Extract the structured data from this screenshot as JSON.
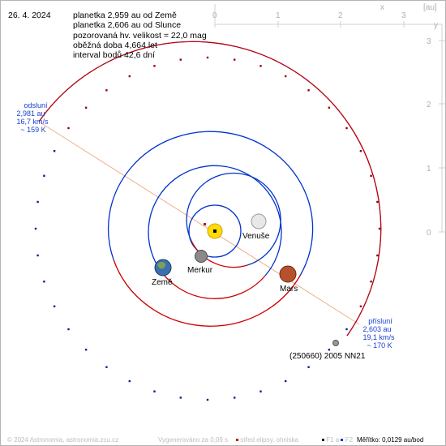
{
  "header": {
    "date": "26. 4. 2024",
    "info_lines": [
      "planetka 2,959 au od Země",
      "planetka 2,606 au od Slunce",
      "pozorovaná hv. velikost = 22,0 mag",
      "oběžná doba 4,664 let",
      "interval bodů 42,6 dní"
    ]
  },
  "axes": {
    "x_ticks": [
      "0",
      "1",
      "2",
      "3"
    ],
    "y_ticks": [
      "3",
      "2",
      "1",
      "0"
    ],
    "x_label": "x",
    "y_label": "y",
    "unit_label": "[au]"
  },
  "bodies": {
    "venus": "Venuše",
    "mercury": "Merkur",
    "earth": "Země",
    "mars": "Mars",
    "asteroid": "(250660) 2005 NN21"
  },
  "aphelion": {
    "title": "odsluní",
    "dist": "2,981 au",
    "speed": "16,7 km/s",
    "temp": "~ 159 K"
  },
  "perihelion": {
    "title": "přísluní",
    "dist": "2,603 au",
    "speed": "19,1 km/s",
    "temp": "~ 170 K"
  },
  "footer": {
    "copyright": "© 2024 Astronomia, astronomia.zcu.cz",
    "generated": "Vygenerováno za 0,09 s",
    "center_legend": "střed elipsy, ohniska",
    "f1": "F1 a",
    "f2": "F2",
    "scale": "Měřítko: 0,0129 au/bod"
  },
  "colors": {
    "orbit_red": "#cc0000",
    "orbit_blue": "#0033cc",
    "label_blue": "#1a3fcc",
    "axis_gray": "#c8c8c8",
    "sun": "#ffdd00"
  }
}
